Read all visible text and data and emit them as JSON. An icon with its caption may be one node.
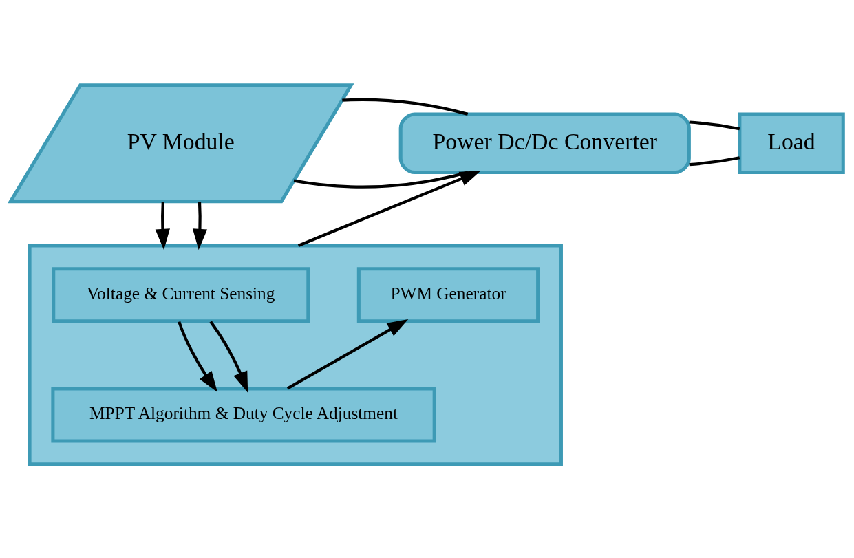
{
  "diagram": {
    "nodes": [
      {
        "text": [
          "PV Module"
        ]
      },
      {
        "text": [
          "Power Dc/Dc Converter"
        ]
      },
      {
        "text": [
          "Load"
        ]
      },
      {
        "text": [],
        "shape": "box"
      },
      {
        "text": [
          "Voltage & Current Sensing"
        ],
        "in": 3
      },
      {
        "text": [
          "PWM Generator"
        ],
        "in": 3
      },
      {
        "text": [
          "MPPT Algorithm & Duty Cycle Adjustment"
        ],
        "in": 3
      }
    ],
    "edges": [
      {
        "from": 0,
        "to": 1,
        "arrow": "none"
      },
      {
        "from": 0,
        "to": 1,
        "arrow": "none"
      },
      {
        "from": 1,
        "to": 2,
        "arrow": "none"
      },
      {
        "from": 1,
        "to": 2,
        "arrow": "none"
      },
      {
        "from": 0,
        "to": 3,
        "arrow": "to"
      },
      {
        "from": 0,
        "to": 3,
        "arrow": "to"
      },
      {
        "from": 4,
        "to": 6,
        "arrow": "to"
      },
      {
        "from": 4,
        "to": 6,
        "arrow": "to"
      },
      {
        "from": 6,
        "to": 5,
        "arrow": "to"
      },
      {
        "from": 3,
        "to": 1,
        "arrow": "to"
      }
    ]
  }
}
